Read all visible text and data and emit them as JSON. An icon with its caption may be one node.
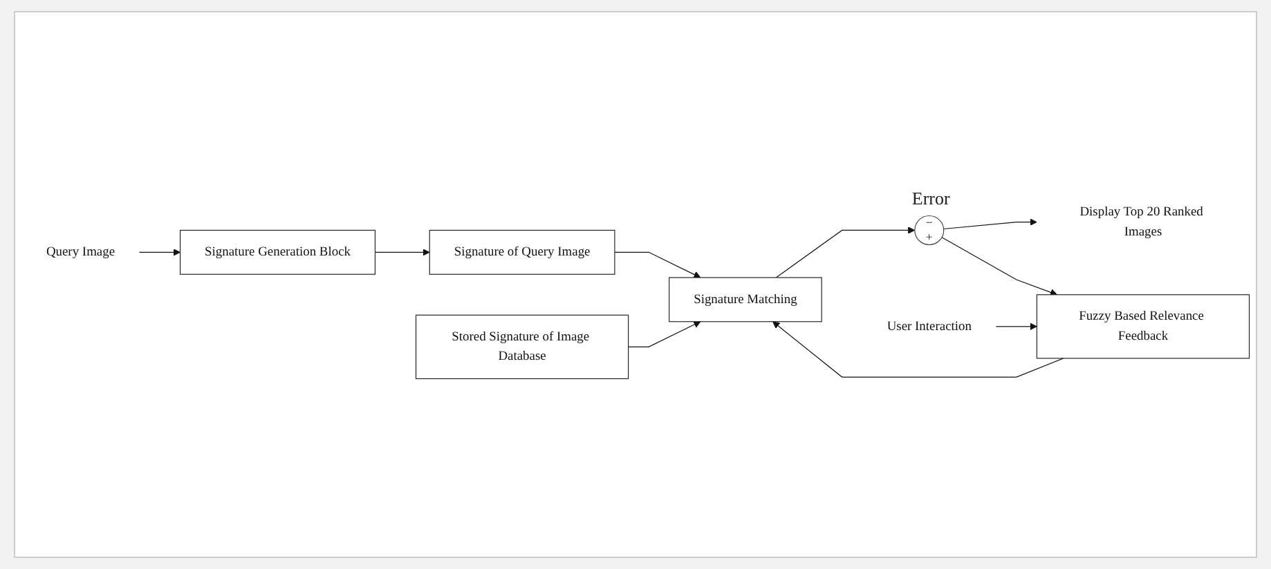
{
  "diagram": {
    "nodes": [
      {
        "text": [
          "Query Image"
        ]
      },
      {
        "text": [
          "Signature Generation Block"
        ]
      },
      {
        "text": [
          "Signature of Query Image"
        ]
      },
      {
        "text": [
          "Stored Signature of Image Database"
        ]
      },
      {
        "text": [
          "Signature Matching"
        ]
      },
      {
        "text": [
          "−",
          "+"
        ],
        "beside": [
          "Error"
        ]
      },
      {
        "text": [
          "Display Top 20 Ranked Images"
        ]
      },
      {
        "text": [
          "Fuzzy Based Relevance Feedback"
        ]
      },
      {
        "text": [
          "User Interaction"
        ]
      }
    ],
    "edges": [
      {
        "from": 0,
        "to": 1,
        "arrow": "to"
      },
      {
        "from": 1,
        "to": 2,
        "arrow": "to"
      },
      {
        "from": 2,
        "to": 4,
        "arrow": "to"
      },
      {
        "from": 3,
        "to": 4,
        "arrow": "to"
      },
      {
        "from": 4,
        "to": 5,
        "arrow": "to"
      },
      {
        "from": 5,
        "to": 6,
        "arrow": "to"
      },
      {
        "from": 5,
        "to": 7,
        "arrow": "to"
      },
      {
        "from": 7,
        "to": 4,
        "arrow": "to"
      },
      {
        "from": 8,
        "to": 7,
        "arrow": "to"
      }
    ]
  }
}
